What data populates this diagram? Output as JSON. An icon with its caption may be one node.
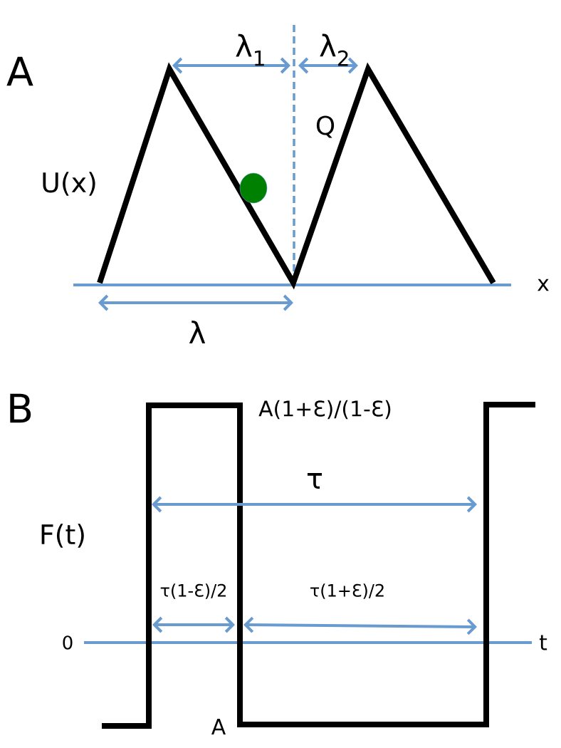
{
  "diagram": {
    "labels": [
      "A",
      "λ$_{1}$",
      "λ$_{2}$",
      "Q",
      "U(x)",
      "x",
      "λ",
      "B",
      "A(1+Ɛ)/(1-Ɛ)",
      "τ",
      "F(t)",
      "τ(1-Ɛ)/2",
      "τ(1+Ɛ)/2",
      "0",
      "t",
      "A"
    ]
  }
}
